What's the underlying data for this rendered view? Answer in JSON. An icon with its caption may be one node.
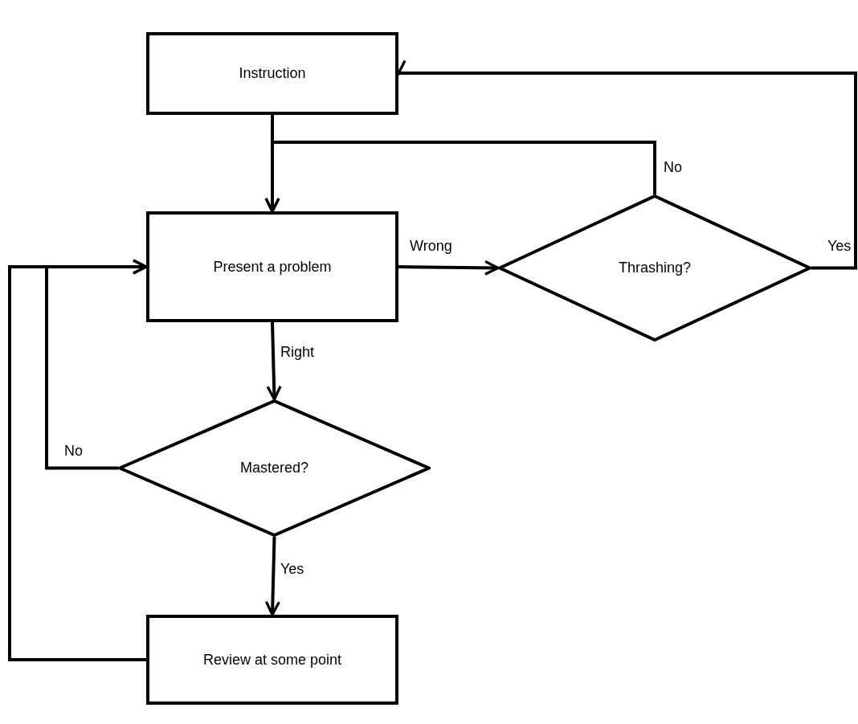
{
  "diagram": {
    "nodes": [
      {
        "text": [
          "Instruction"
        ]
      },
      {
        "text": [
          "Present a problem"
        ]
      },
      {
        "text": [
          "Thrashing?"
        ]
      },
      {
        "text": [
          "Mastered?"
        ]
      },
      {
        "text": [
          "Review at some point"
        ]
      }
    ],
    "edges": [
      {
        "from": 0,
        "to": 1,
        "arrow": "to"
      },
      {
        "from": 1,
        "to": 2,
        "arrow": "to",
        "label": "Wrong"
      },
      {
        "from": 2,
        "to": 1,
        "arrow": "to",
        "label": "No"
      },
      {
        "from": 2,
        "to": 0,
        "arrow": "to",
        "label": "Yes"
      },
      {
        "from": 1,
        "to": 3,
        "arrow": "to",
        "label": "Right"
      },
      {
        "from": 3,
        "to": 1,
        "arrow": "to",
        "label": "No"
      },
      {
        "from": 3,
        "to": 4,
        "arrow": "to",
        "label": "Yes"
      },
      {
        "from": 4,
        "to": 1,
        "arrow": "to"
      }
    ]
  }
}
